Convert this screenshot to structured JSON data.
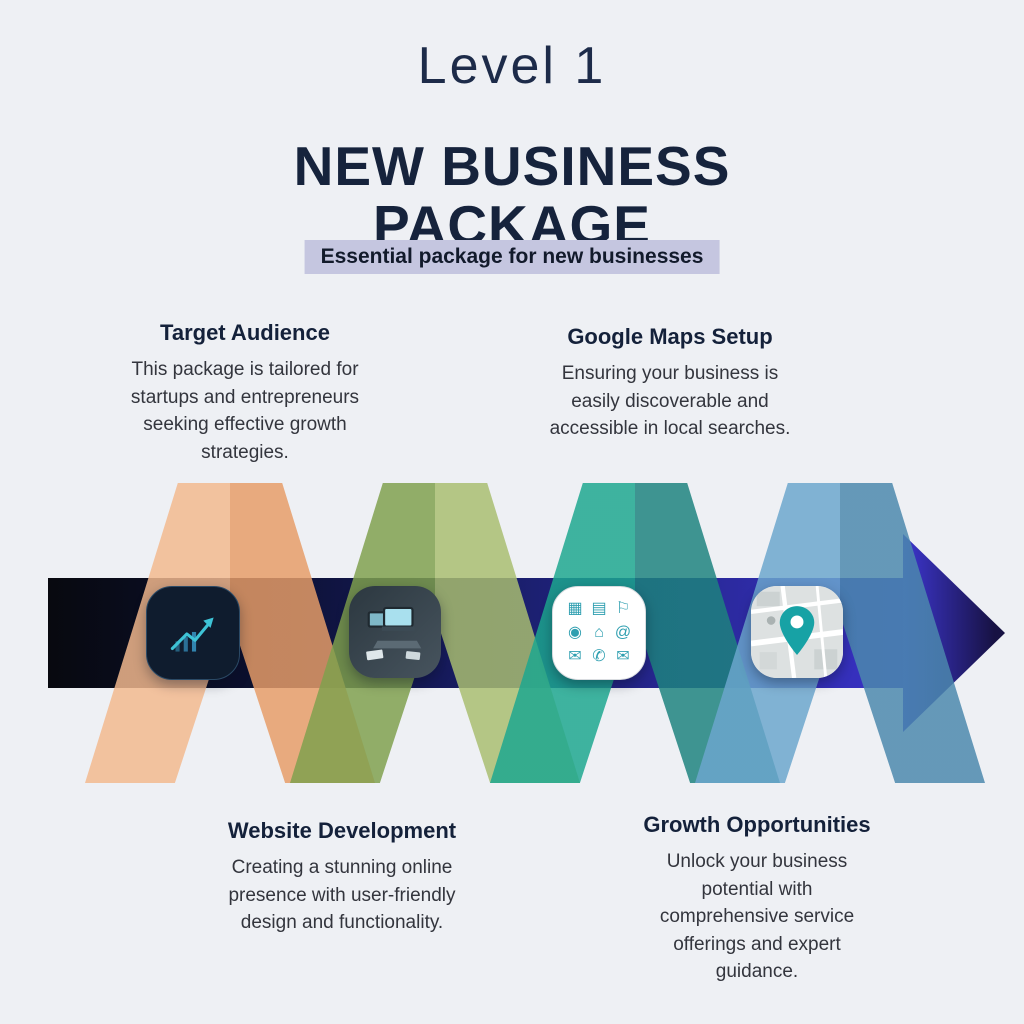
{
  "header": {
    "level": "Level 1",
    "title_line1": "NEW BUSINESS",
    "title_line2": "PACKAGE",
    "subtitle": "Essential package for new businesses"
  },
  "sections": [
    {
      "id": "target-audience",
      "title": "Target Audience",
      "body": "This package is tailored for startups and entrepreneurs seeking effective growth strategies."
    },
    {
      "id": "google-maps-setup",
      "title": "Google Maps Setup",
      "body": "Ensuring your business is easily discoverable and accessible in local searches."
    },
    {
      "id": "website-development",
      "title": "Website Development",
      "body": "Creating a stunning online presence with user-friendly design and functionality."
    },
    {
      "id": "growth-opportunities",
      "title": "Growth Opportunities",
      "body": "Unlock your business potential with comprehensive service offerings and expert guidance."
    }
  ],
  "icons": {
    "step1": "growth-chart-icon",
    "step2": "website-devices-icon",
    "step3": "services-grid-icon",
    "step4": "map-pin-icon",
    "grid_glyphs": [
      "▦",
      "▤",
      "⚐",
      "◉",
      "⌂",
      "@",
      "✉",
      "✆",
      "✉"
    ]
  },
  "colors": {
    "background": "#eef0f4",
    "title": "#16233c",
    "subtitle_bg": "#c5c6e0",
    "arrow_start": "#08090f",
    "arrow_end": "#3d36cf",
    "chevron_orange": "#eba672",
    "chevron_green": "#8fae58",
    "chevron_teal": "#1ca48e",
    "chevron_blue": "#5e9cc4"
  }
}
